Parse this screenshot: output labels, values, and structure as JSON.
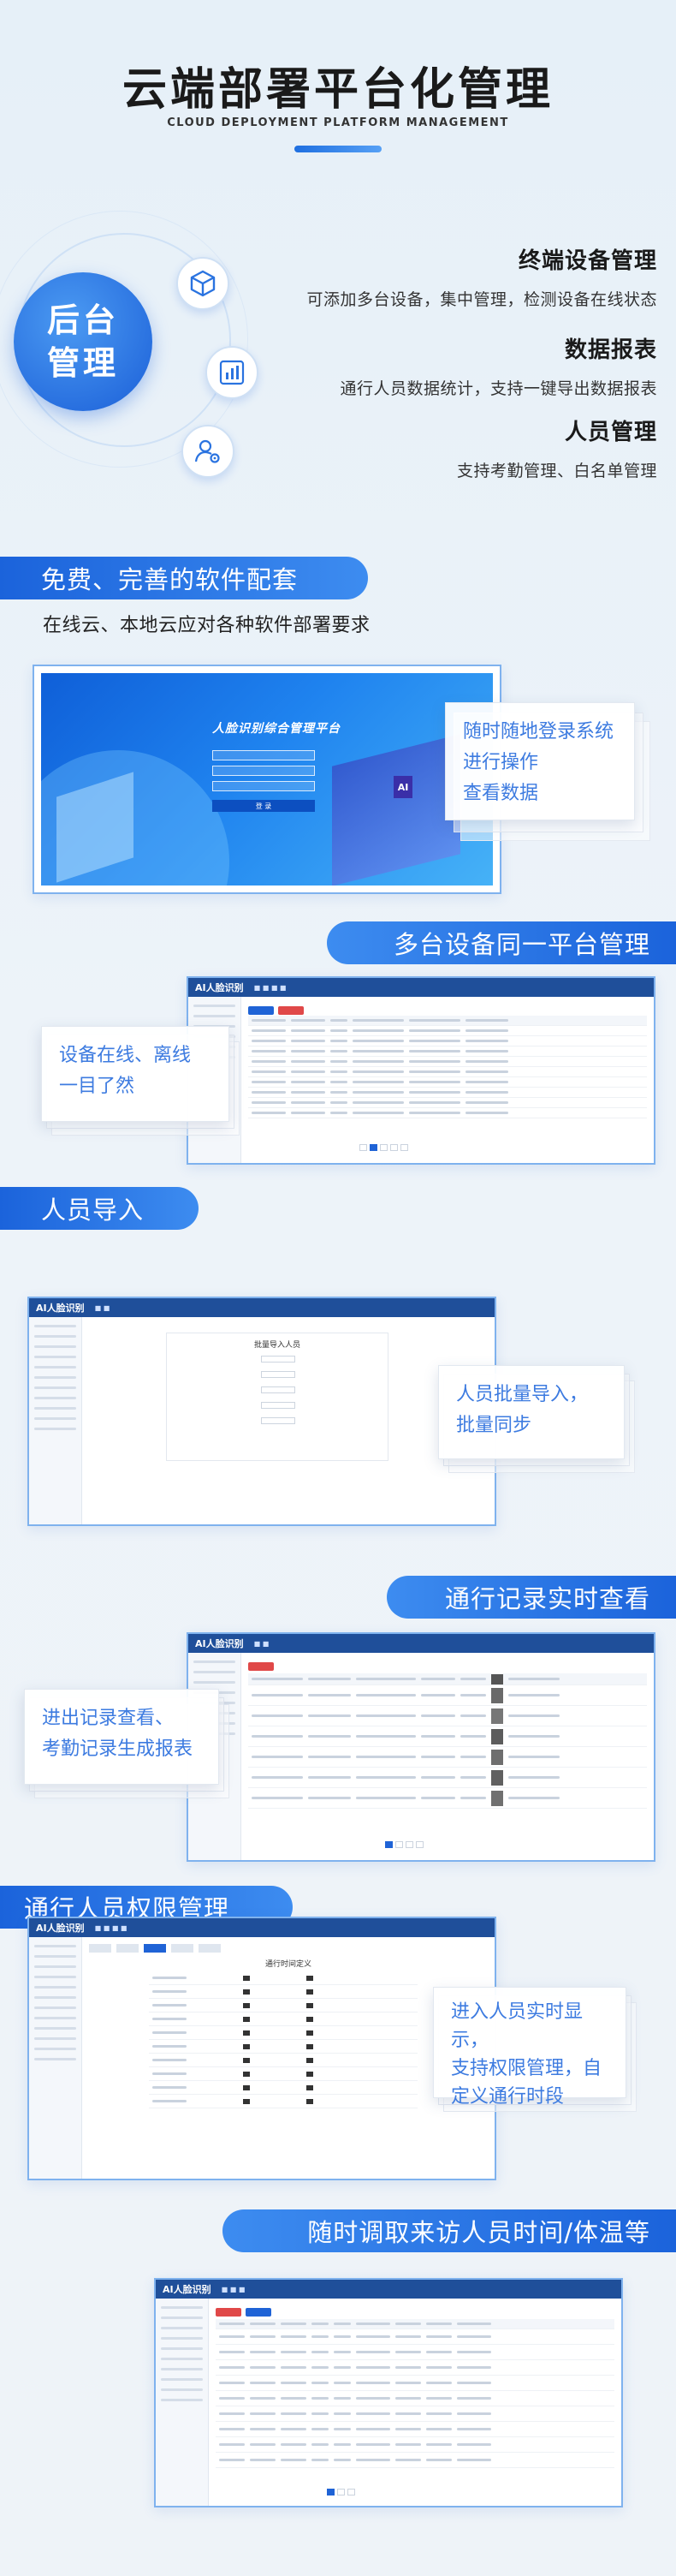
{
  "header": {
    "title": "云端部署平台化管理",
    "subtitle": "CLOUD DEPLOYMENT PLATFORM MANAGEMENT"
  },
  "hub": {
    "line1": "后台",
    "line2": "管理",
    "color": "#1f6fe0"
  },
  "features": [
    {
      "title": "终端设备管理",
      "desc": "可添加多台设备，集中管理，检测设备在线状态",
      "icon": "cube-icon"
    },
    {
      "title": "数据报表",
      "desc": "通行人员数据统计，支持一键导出数据报表",
      "icon": "bar-chart-icon"
    },
    {
      "title": "人员管理",
      "desc": "支持考勤管理、白名单管理",
      "icon": "user-gear-icon"
    }
  ],
  "sections": {
    "s1": {
      "banner": "免费、完善的软件配套",
      "subtitle": "在线云、本地云应对各种软件部署要求",
      "login_title": "人脸识别综合管理平台",
      "login_button": "登 录",
      "callout": [
        "随时随地登录系统",
        "进行操作",
        "查看数据"
      ]
    },
    "s2": {
      "banner": "多台设备同一平台管理",
      "callout": [
        "设备在线、离线",
        "一目了然"
      ]
    },
    "s3": {
      "banner": "人员导入",
      "callout": [
        "人员批量导入，",
        "批量同步"
      ],
      "form_title": "批量导入人员"
    },
    "s4": {
      "banner": "通行记录实时查看",
      "callout": [
        "进出记录查看、",
        "考勤记录生成报表"
      ]
    },
    "s5": {
      "banner": "通行人员权限管理",
      "callout": [
        "进入人员实时显示，",
        "支持权限管理，自",
        "定义通行时段"
      ],
      "table_title": "通行时间定义"
    },
    "s6": {
      "banner": "随时调取来访人员时间/体温等"
    }
  },
  "app": {
    "logo": "AI人脸识别"
  },
  "accent": "#1b63db"
}
